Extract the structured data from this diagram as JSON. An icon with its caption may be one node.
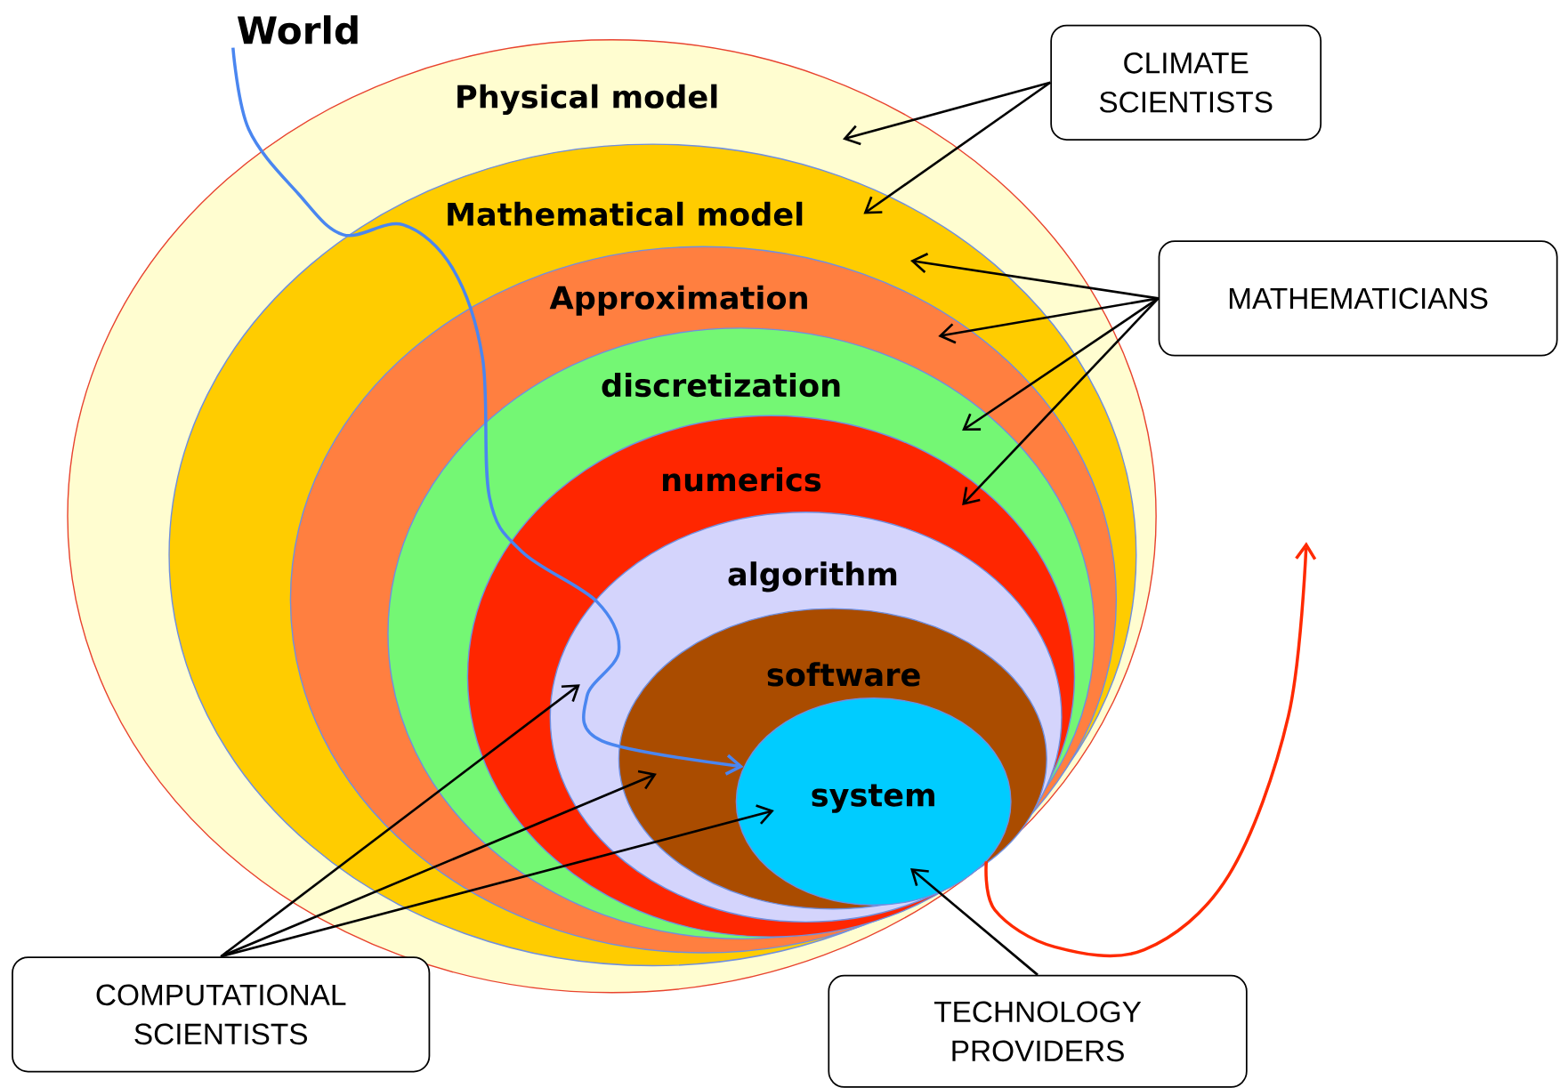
{
  "diagram": {
    "nodes": [
      {
        "text": [
          "World"
        ]
      },
      {
        "text": [
          "Physical model"
        ]
      },
      {
        "text": [
          "Mathematical model"
        ],
        "in": 1
      },
      {
        "text": [
          "Approximation"
        ],
        "in": 2
      },
      {
        "text": [
          "discretization"
        ],
        "in": 3
      },
      {
        "text": [
          "numerics"
        ],
        "in": 4
      },
      {
        "text": [
          "algorithm"
        ],
        "in": 5
      },
      {
        "text": [
          "software"
        ],
        "in": 6
      },
      {
        "text": [
          "system"
        ],
        "in": 7
      },
      {
        "text": [
          "CLIMATE SCIENTISTS"
        ]
      },
      {
        "text": [
          "MATHEMATICIANS"
        ]
      },
      {
        "text": [
          "COMPUTATIONAL SCIENTISTS"
        ]
      },
      {
        "text": [
          "TECHNOLOGY PROVIDERS"
        ]
      }
    ],
    "edges": [
      {
        "from": 9,
        "to": 1,
        "arrow": "to"
      },
      {
        "from": 9,
        "to": 2,
        "arrow": "to"
      },
      {
        "from": 10,
        "to": 2,
        "arrow": "to"
      },
      {
        "from": 10,
        "to": 3,
        "arrow": "to"
      },
      {
        "from": 10,
        "to": 4,
        "arrow": "to"
      },
      {
        "from": 10,
        "to": 5,
        "arrow": "to"
      },
      {
        "from": 11,
        "to": 6,
        "arrow": "to"
      },
      {
        "from": 11,
        "to": 7,
        "arrow": "to"
      },
      {
        "from": 11,
        "to": 8,
        "arrow": "to"
      },
      {
        "from": 12,
        "to": 8,
        "arrow": "to"
      },
      {
        "from": 0,
        "to": 8,
        "arrow": "to",
        "color": "#4a86f0"
      },
      {
        "from": 8,
        "to": null,
        "arrow": "to",
        "color": "#ff2a00"
      }
    ]
  }
}
